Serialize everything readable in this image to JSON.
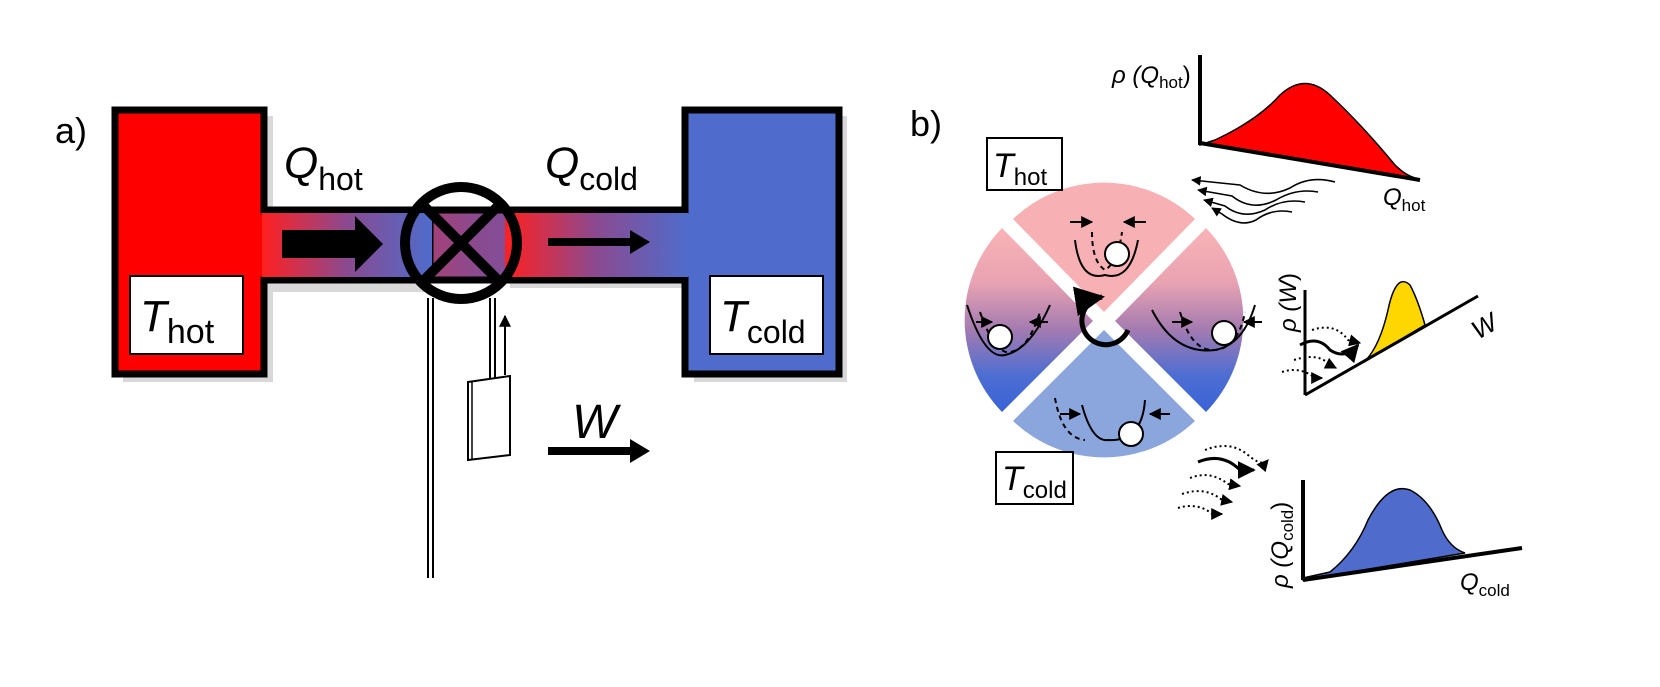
{
  "panel_a": {
    "label": "a)",
    "hot_reservoir": {
      "symbol": "T",
      "subscript": "hot",
      "color": "#ff0000"
    },
    "cold_reservoir": {
      "symbol": "T",
      "subscript": "cold",
      "color": "#4f6ccc"
    },
    "heat_in": {
      "symbol": "Q",
      "subscript": "hot"
    },
    "heat_out": {
      "symbol": "Q",
      "subscript": "cold"
    },
    "work": {
      "symbol": "W"
    }
  },
  "panel_b": {
    "label": "b)",
    "hot_box": {
      "symbol": "T",
      "subscript": "hot"
    },
    "cold_box": {
      "symbol": "T",
      "subscript": "cold"
    },
    "plot_hot": {
      "ylabel_prefix": "ρ (",
      "ylabel_var": "Q",
      "ylabel_sub": "hot",
      "ylabel_suffix": ")",
      "xlabel_var": "Q",
      "xlabel_sub": "hot",
      "fill": "#ff0000"
    },
    "plot_work": {
      "ylabel_prefix": "ρ (",
      "ylabel_var": "W",
      "ylabel_suffix": ")",
      "xlabel_var": "W",
      "fill": "#ffd700"
    },
    "plot_cold": {
      "ylabel_prefix": "ρ (",
      "ylabel_var": "Q",
      "ylabel_sub": "cold",
      "ylabel_suffix": ")",
      "xlabel_var": "Q",
      "xlabel_sub": "cold",
      "fill": "#4f6ccc"
    },
    "colors": {
      "hot_pink": "#f7b3b5",
      "cold_blue": "#3f67d6",
      "light_blue": "#8aa6dd"
    }
  }
}
